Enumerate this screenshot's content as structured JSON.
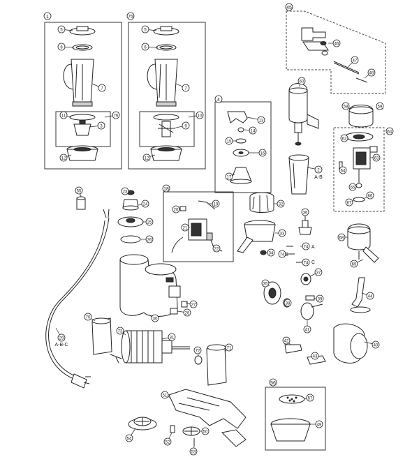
{
  "diagram": {
    "group_numbers": {
      "g1": "1",
      "g75": "75",
      "g4": "4",
      "g45": "45",
      "g18": "18",
      "g56": "56",
      "g61": "61"
    },
    "callouts": [
      {
        "id": "c5a",
        "label": "5"
      },
      {
        "id": "c6a",
        "label": "6"
      },
      {
        "id": "c7a",
        "label": "7"
      },
      {
        "id": "c11a",
        "label": "11"
      },
      {
        "id": "c3",
        "label": "3"
      },
      {
        "id": "c76",
        "label": "76"
      },
      {
        "id": "c12a",
        "label": "12"
      },
      {
        "id": "c5b",
        "label": "5"
      },
      {
        "id": "c6b",
        "label": "6"
      },
      {
        "id": "c7b",
        "label": "7"
      },
      {
        "id": "c10",
        "label": "10"
      },
      {
        "id": "c9",
        "label": "9"
      },
      {
        "id": "c12b",
        "label": "12"
      },
      {
        "id": "c46",
        "label": "46"
      },
      {
        "id": "c47",
        "label": "47"
      },
      {
        "id": "c48",
        "label": "48"
      },
      {
        "id": "c60",
        "label": "60"
      },
      {
        "id": "c13",
        "label": "13"
      },
      {
        "id": "c14",
        "label": "14"
      },
      {
        "id": "c15",
        "label": "15"
      },
      {
        "id": "c16",
        "label": "16"
      },
      {
        "id": "c17",
        "label": "17"
      },
      {
        "id": "c2",
        "label": "2"
      },
      {
        "id": "c58",
        "label": "58"
      },
      {
        "id": "c59",
        "label": "59"
      },
      {
        "id": "c62",
        "label": "62"
      },
      {
        "id": "c63",
        "label": "63"
      },
      {
        "id": "c64",
        "label": "64"
      },
      {
        "id": "c65",
        "label": "65"
      },
      {
        "id": "c66",
        "label": "66"
      },
      {
        "id": "c67",
        "label": "67"
      },
      {
        "id": "c55",
        "label": "55"
      },
      {
        "id": "c23",
        "label": "23"
      },
      {
        "id": "c24",
        "label": "24"
      },
      {
        "id": "c25",
        "label": "25"
      },
      {
        "id": "c26",
        "label": "26"
      },
      {
        "id": "c19",
        "label": "19"
      },
      {
        "id": "c20",
        "label": "20"
      },
      {
        "id": "c21",
        "label": "21"
      },
      {
        "id": "c22",
        "label": "22"
      },
      {
        "id": "c32",
        "label": "32"
      },
      {
        "id": "c33",
        "label": "33"
      },
      {
        "id": "c34",
        "label": "34"
      },
      {
        "id": "c36",
        "label": "36"
      },
      {
        "id": "c74a",
        "label": "74"
      },
      {
        "id": "c74b",
        "label": "74"
      },
      {
        "id": "c74c",
        "label": "74"
      },
      {
        "id": "c68",
        "label": "68"
      },
      {
        "id": "c69",
        "label": "69"
      },
      {
        "id": "c27",
        "label": "27"
      },
      {
        "id": "c28",
        "label": "28"
      },
      {
        "id": "c30",
        "label": "30"
      },
      {
        "id": "c35",
        "label": "35"
      },
      {
        "id": "c38",
        "label": "38"
      },
      {
        "id": "c37",
        "label": "37"
      },
      {
        "id": "c39",
        "label": "39"
      },
      {
        "id": "c41",
        "label": "41"
      },
      {
        "id": "c44",
        "label": "44"
      },
      {
        "id": "c70",
        "label": "70"
      },
      {
        "id": "c73",
        "label": "73"
      },
      {
        "id": "c31",
        "label": "31"
      },
      {
        "id": "c72",
        "label": "72"
      },
      {
        "id": "c71",
        "label": "71"
      },
      {
        "id": "c29",
        "label": "29"
      },
      {
        "id": "c42",
        "label": "42"
      },
      {
        "id": "c43",
        "label": "43"
      },
      {
        "id": "c40",
        "label": "40"
      },
      {
        "id": "c51",
        "label": "51"
      },
      {
        "id": "c54",
        "label": "54"
      },
      {
        "id": "c52",
        "label": "52"
      },
      {
        "id": "c50",
        "label": "50"
      },
      {
        "id": "c53",
        "label": "53"
      },
      {
        "id": "c57",
        "label": "57"
      },
      {
        "id": "c49",
        "label": "49"
      }
    ],
    "suffixes": {
      "s2": "A-B",
      "s29": "A-B-C",
      "s74a": "A",
      "s74b": "B",
      "s74c": "C"
    }
  }
}
